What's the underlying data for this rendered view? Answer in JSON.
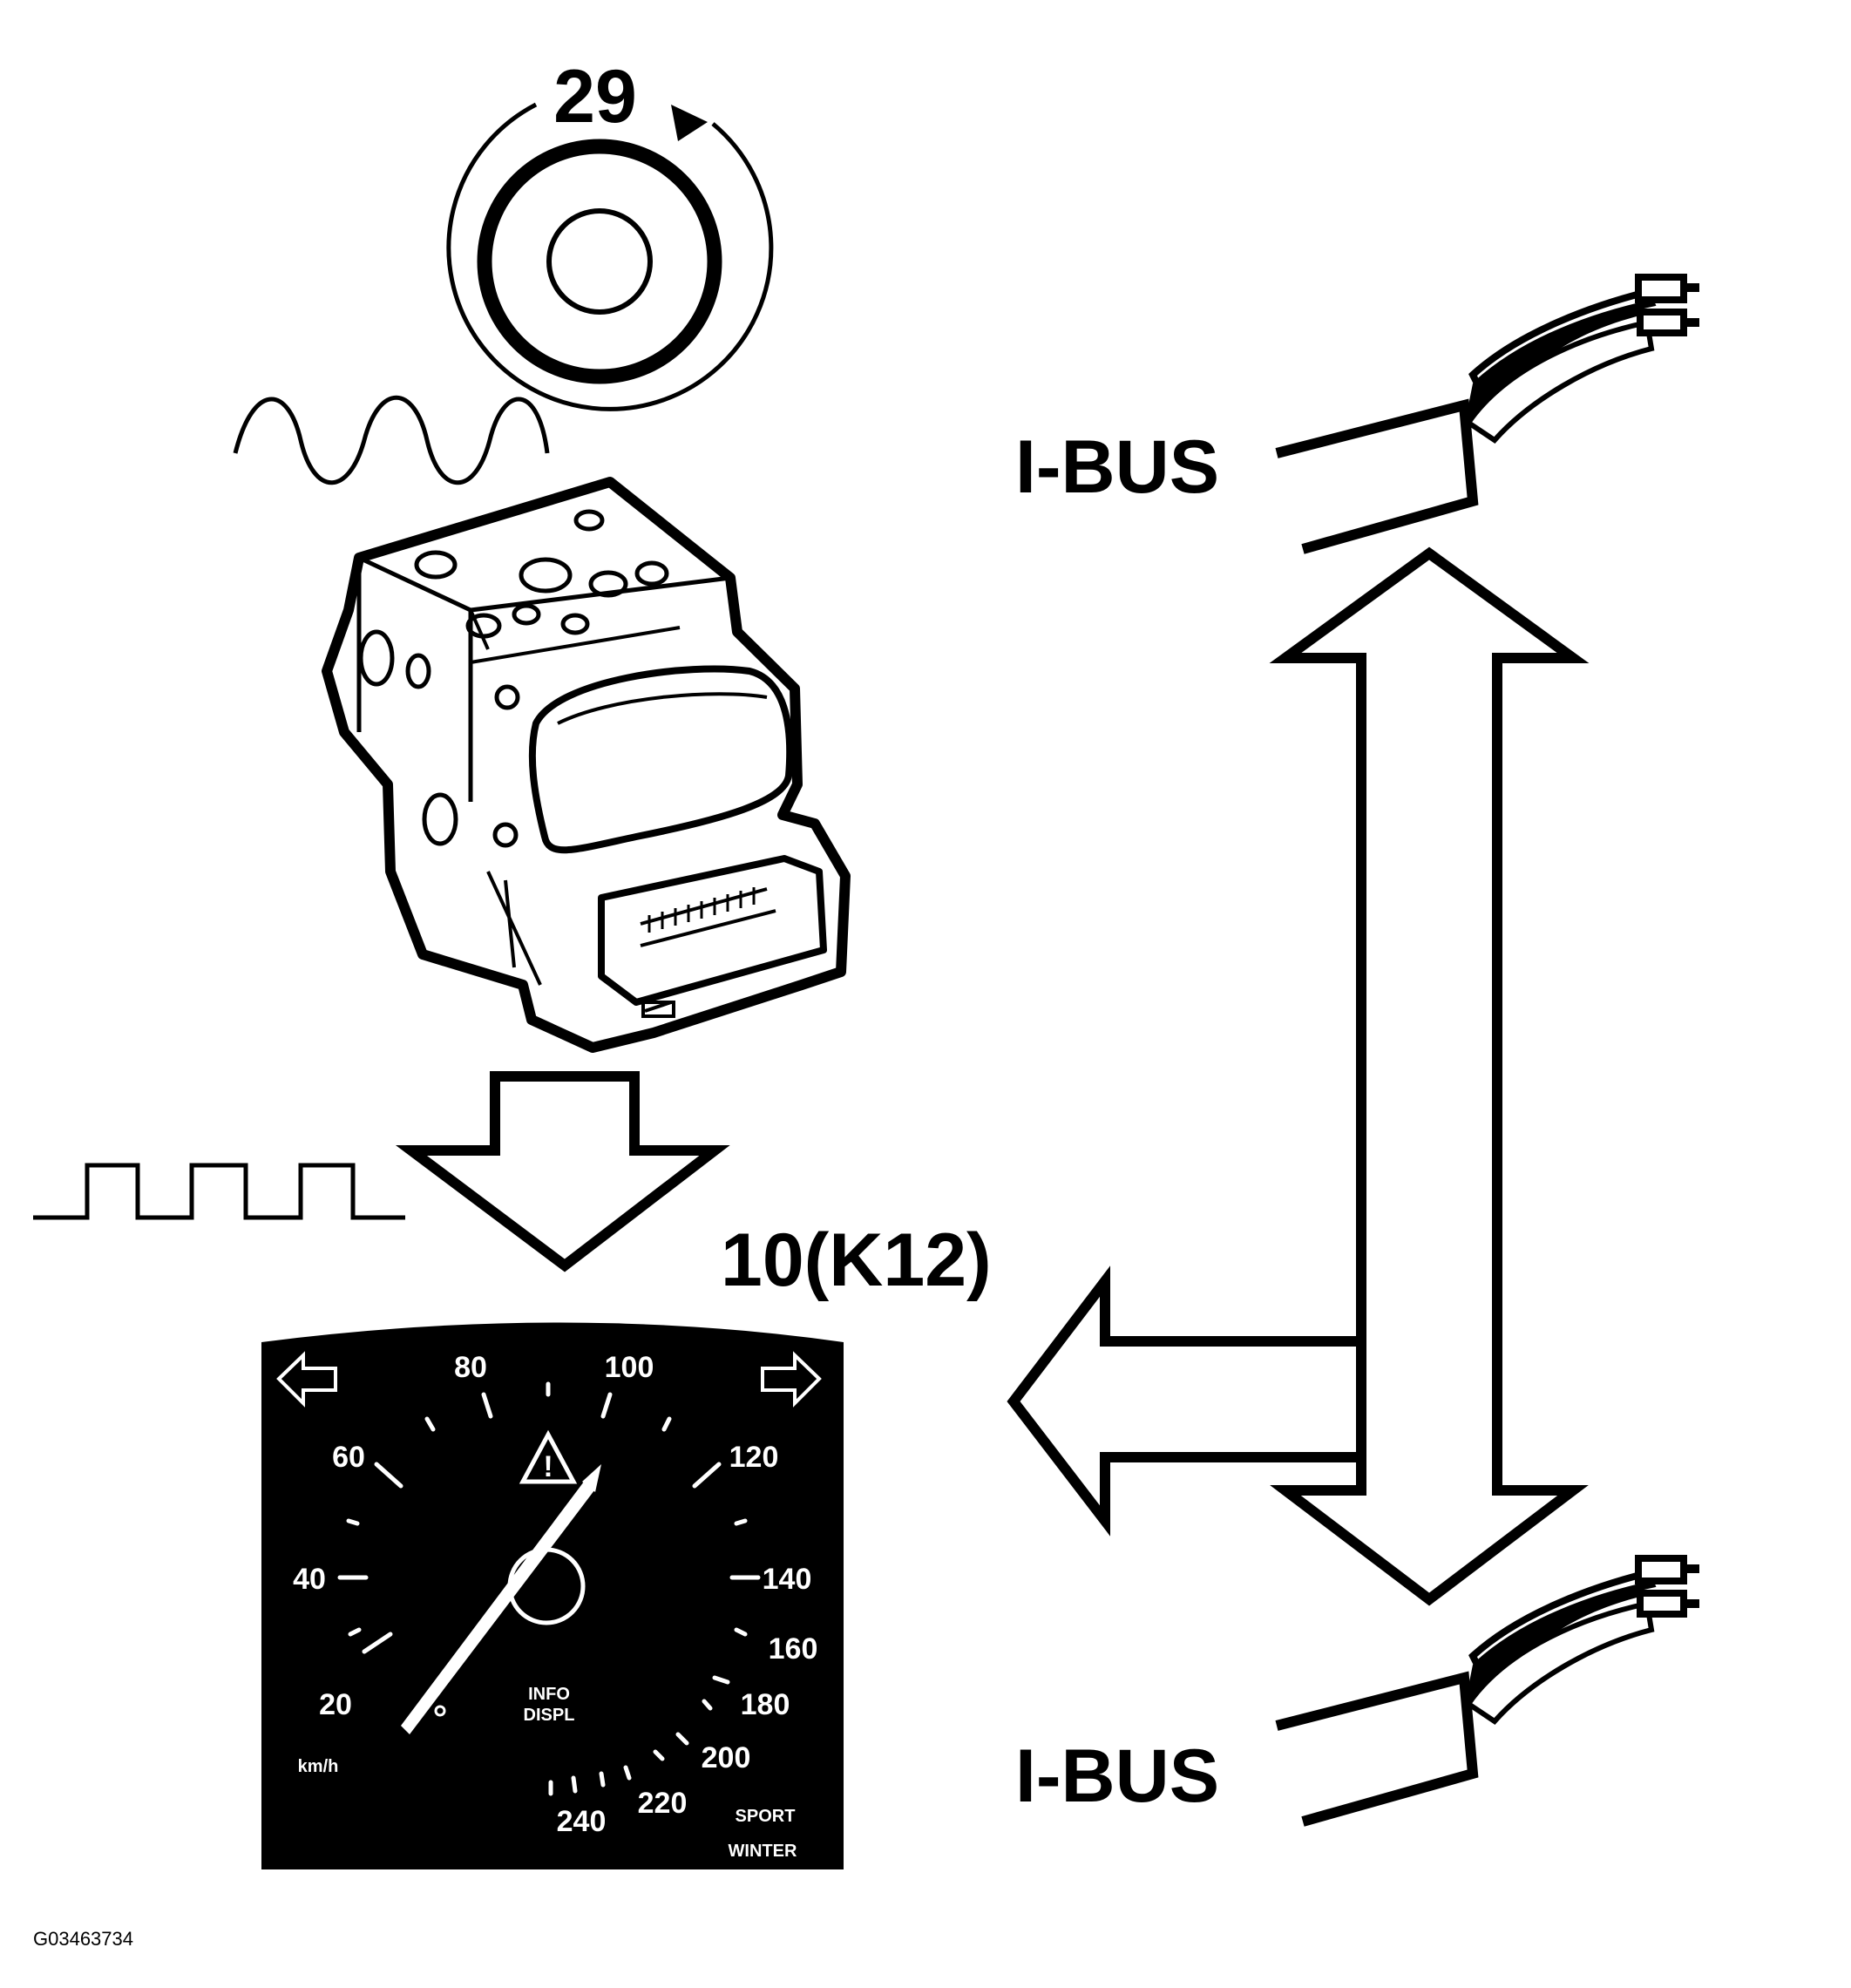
{
  "labels": {
    "wheel_number": "29",
    "module_number": "10(K12)",
    "bus_top": "I-BUS",
    "bus_bottom": "I-BUS",
    "figure_id": "G03463734"
  },
  "speedometer": {
    "ticks": [
      "20",
      "40",
      "60",
      "80",
      "100",
      "120",
      "140",
      "160",
      "180",
      "200",
      "220",
      "240"
    ],
    "unit": "km/h",
    "info_line1": "INFO",
    "info_line2": "DISPL",
    "mode_sport": "SPORT",
    "mode_winter": "WINTER"
  },
  "icons": [
    "rotation-arrow-icon",
    "sine-wave-icon",
    "square-wave-icon",
    "abs-module-icon",
    "down-arrow-icon",
    "bidirectional-arrow-icon",
    "left-arrow-icon",
    "connector-icon",
    "turn-left-icon",
    "turn-right-icon",
    "warning-triangle-icon"
  ]
}
